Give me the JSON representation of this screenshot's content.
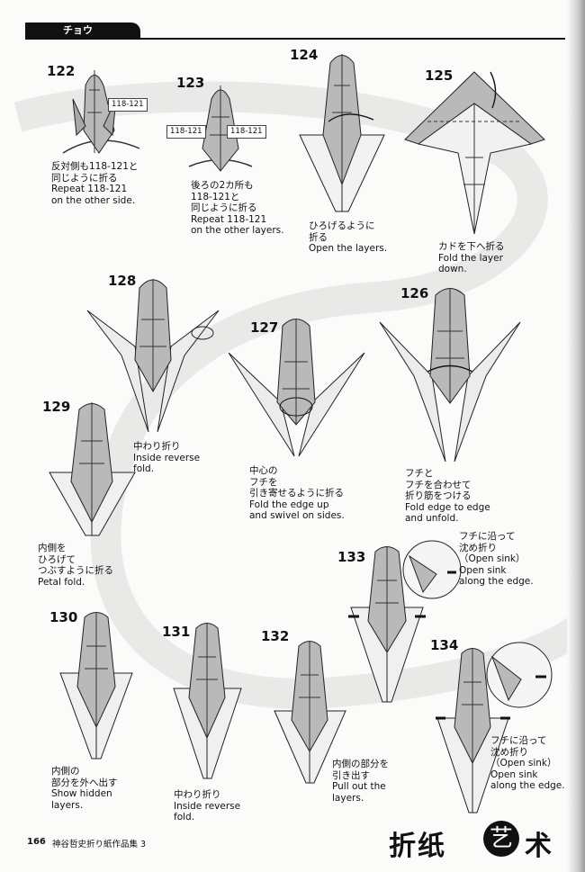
{
  "header": {
    "tab_label": "チョウ"
  },
  "steps": [
    {
      "num": "122",
      "caption": "反対側も118-121と\n同じように折る\nRepeat 118-121\non the other side.",
      "tags": [
        "118-121"
      ]
    },
    {
      "num": "123",
      "caption": "後ろの2カ所も\n118-121と\n同じように折る\nRepeat 118-121\non the other layers.",
      "tags": [
        "118-121",
        "118-121"
      ]
    },
    {
      "num": "124",
      "caption": "ひろげるように\n折る\nOpen the layers."
    },
    {
      "num": "125",
      "caption": "カドを下へ折る\nFold the layer\ndown."
    },
    {
      "num": "128",
      "caption": "中わり折り\nInside reverse\nfold."
    },
    {
      "num": "127",
      "caption": "中心の\nフチを\n引き寄せるように折る\nFold the edge up\nand swivel on sides."
    },
    {
      "num": "126",
      "caption": "フチと\nフチを合わせて\n折り筋をつける\nFold edge to edge\nand unfold."
    },
    {
      "num": "129",
      "caption": "内側を\nひろげて\nつぶすように折る\nPetal fold."
    },
    {
      "num": "133",
      "caption": "フチに沿って\n沈め折り\n（Open sink）\nOpen sink\nalong the edge."
    },
    {
      "num": "130",
      "caption": "内側の\n部分を外へ出す\nShow hidden\nlayers."
    },
    {
      "num": "131",
      "caption": "中わり折り\nInside reverse\nfold."
    },
    {
      "num": "132",
      "caption": "内側の部分を\n引き出す\nPull out the\nlayers."
    },
    {
      "num": "134",
      "caption": "フチに沿って\n沈め折り\n（Open sink）\nOpen sink\nalong the edge."
    }
  ],
  "footer": {
    "page_number": "166",
    "book_title": "神谷哲史折り紙作品集 3"
  },
  "watermark": {
    "part1": "折纸",
    "part2": "艺",
    "part3": "术"
  }
}
